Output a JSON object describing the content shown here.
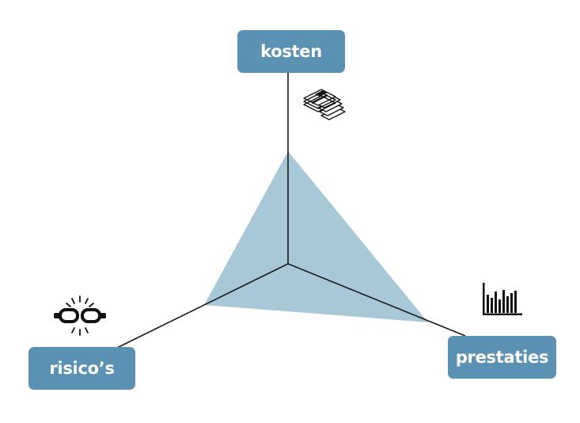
{
  "labels": {
    "top": "kosten",
    "left": "risico’s",
    "right": "prestaties"
  },
  "icons": {
    "top": "money-stack-icon",
    "left": "broken-chain-icon",
    "right": "bar-chart-icon"
  },
  "colors": {
    "label_box": "#5b91b3",
    "label_text": "#ffffff",
    "triangle_fill": "#a8c8d8",
    "axis_line": "#1a1a1a"
  }
}
